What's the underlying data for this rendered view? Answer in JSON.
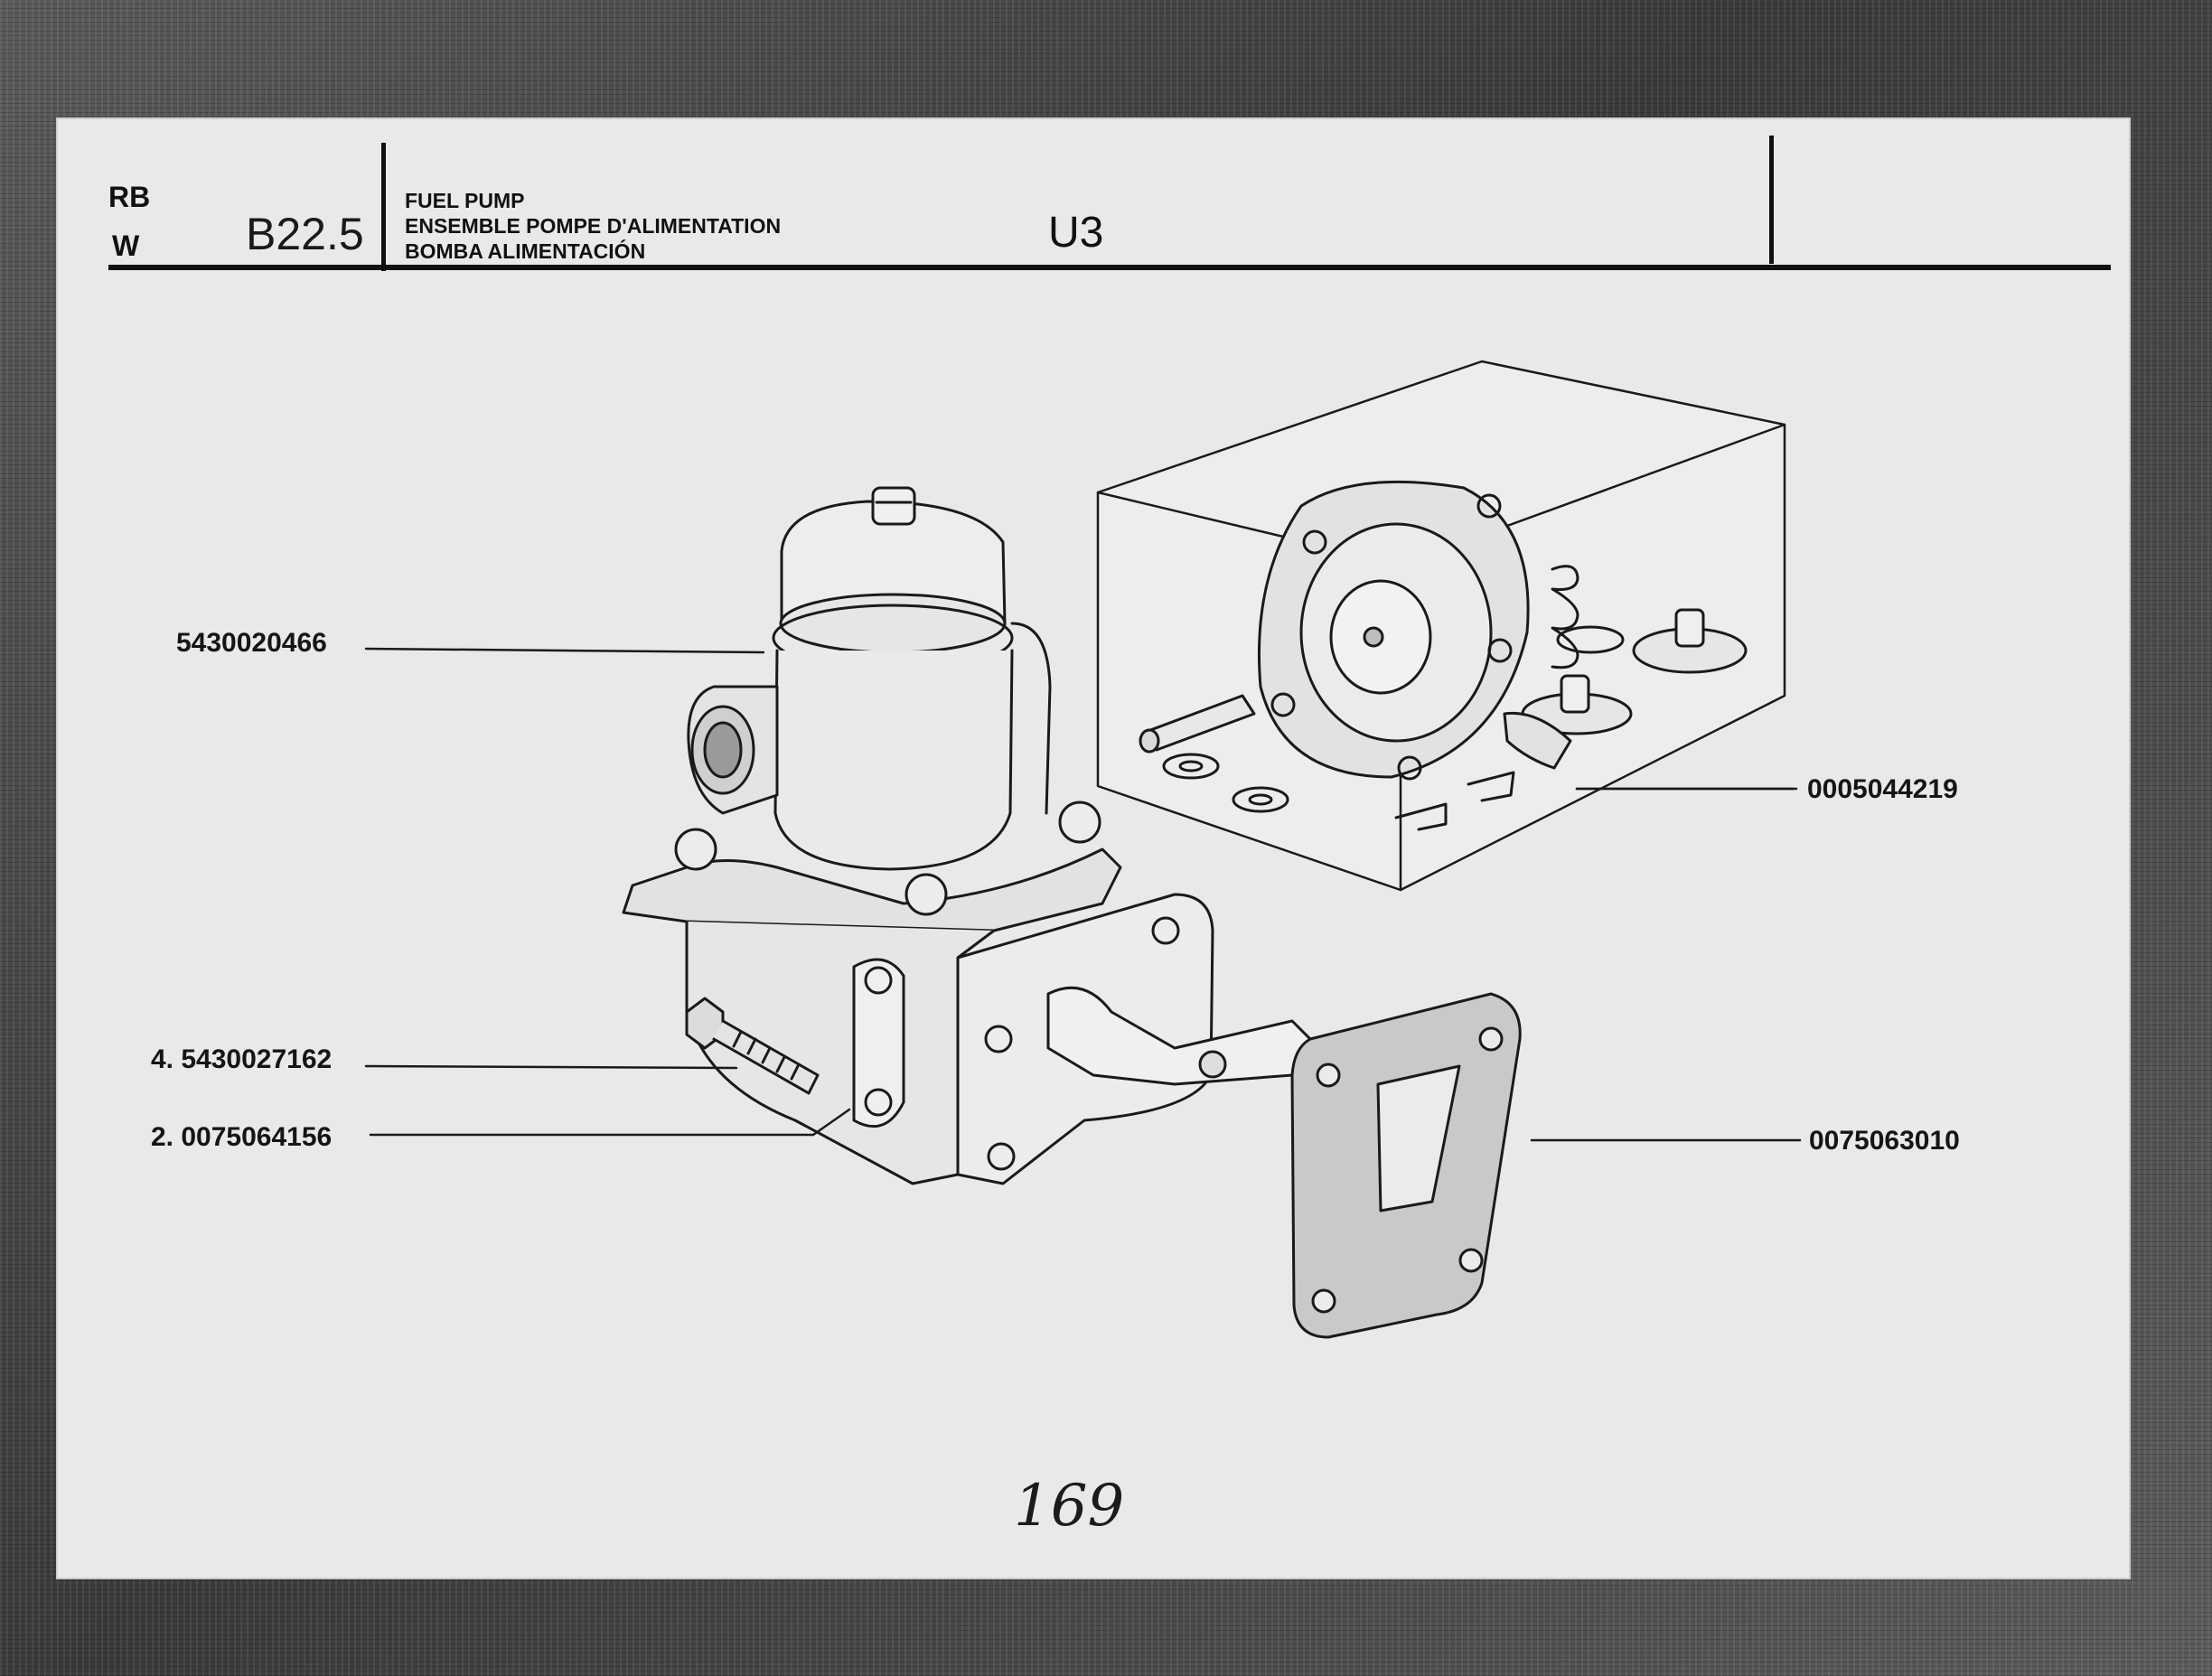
{
  "header": {
    "code_rb": "RB",
    "code_w": "W",
    "section": "B22.5",
    "title_en": "FUEL PUMP",
    "title_fr": "ENSEMBLE POMPE D'ALIMENTATION",
    "title_es": "BOMBA ALIMENTACIÓN",
    "model": "U3"
  },
  "parts": {
    "pump_assembly": "5430020466",
    "bolt": "4. 5430027162",
    "washer_plate": "2. 0075064156",
    "repair_kit": "0005044219",
    "gasket": "0075063010"
  },
  "page_number": "169"
}
